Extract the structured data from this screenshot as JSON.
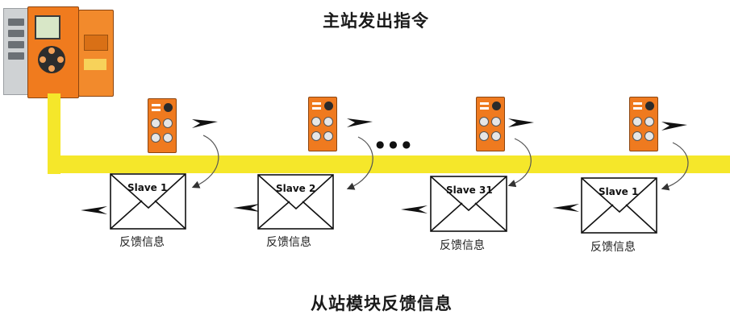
{
  "titles": {
    "top": "主站发出指令",
    "bottom": "从站模块反馈信息"
  },
  "colors": {
    "bus": "#f5e72a",
    "module": "#ef7a1f",
    "line": "#111111",
    "curve": "#555555"
  },
  "ellipsis": "● ● ●",
  "envelopes": [
    {
      "label": "Slave 1",
      "feedback": "反馈信息"
    },
    {
      "label": "Slave 2",
      "feedback": "反馈信息"
    },
    {
      "label": "Slave 31",
      "feedback": "反馈信息"
    },
    {
      "label": "Slave 1",
      "feedback": "反馈信息"
    }
  ],
  "icons": [
    "master-controller-icon",
    "slave-module-icon",
    "envelope-icon",
    "arrow-right-icon",
    "arrow-left-icon"
  ]
}
